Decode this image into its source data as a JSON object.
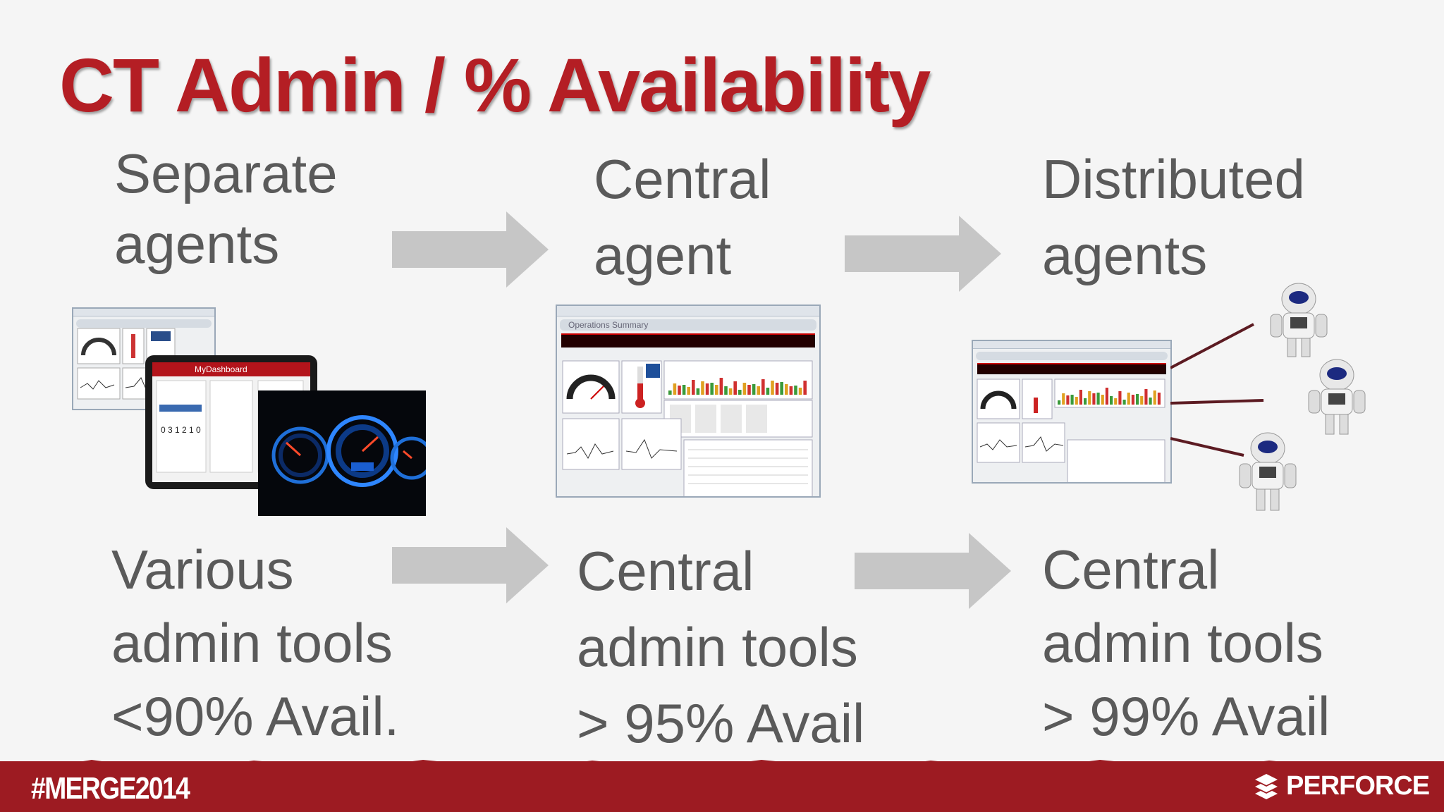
{
  "slide": {
    "title": "CT Admin / % Availability",
    "top_row": [
      {
        "lines": [
          "Separate",
          "agents"
        ]
      },
      {
        "lines": [
          "Central",
          "agent"
        ]
      },
      {
        "lines": [
          "Distributed",
          "agents"
        ]
      }
    ],
    "bottom_row": [
      {
        "lines": [
          "Various",
          "admin tools",
          "<90% Avail."
        ]
      },
      {
        "lines": [
          "Central",
          "admin tools",
          "> 95% Avail"
        ]
      },
      {
        "lines": [
          "Central",
          "admin tools",
          "> 99% Avail"
        ]
      }
    ],
    "screenshots": {
      "window_title": "Operations Summary",
      "tablet_title": "MyDashboard"
    },
    "footer": {
      "hashtag": "#MERGE2014",
      "brand": "PERFORCE"
    },
    "colors": {
      "title": "#b41e24",
      "text": "#5a5a5a",
      "arrow": "#c6c6c6",
      "footer": "#9d1b22"
    }
  }
}
